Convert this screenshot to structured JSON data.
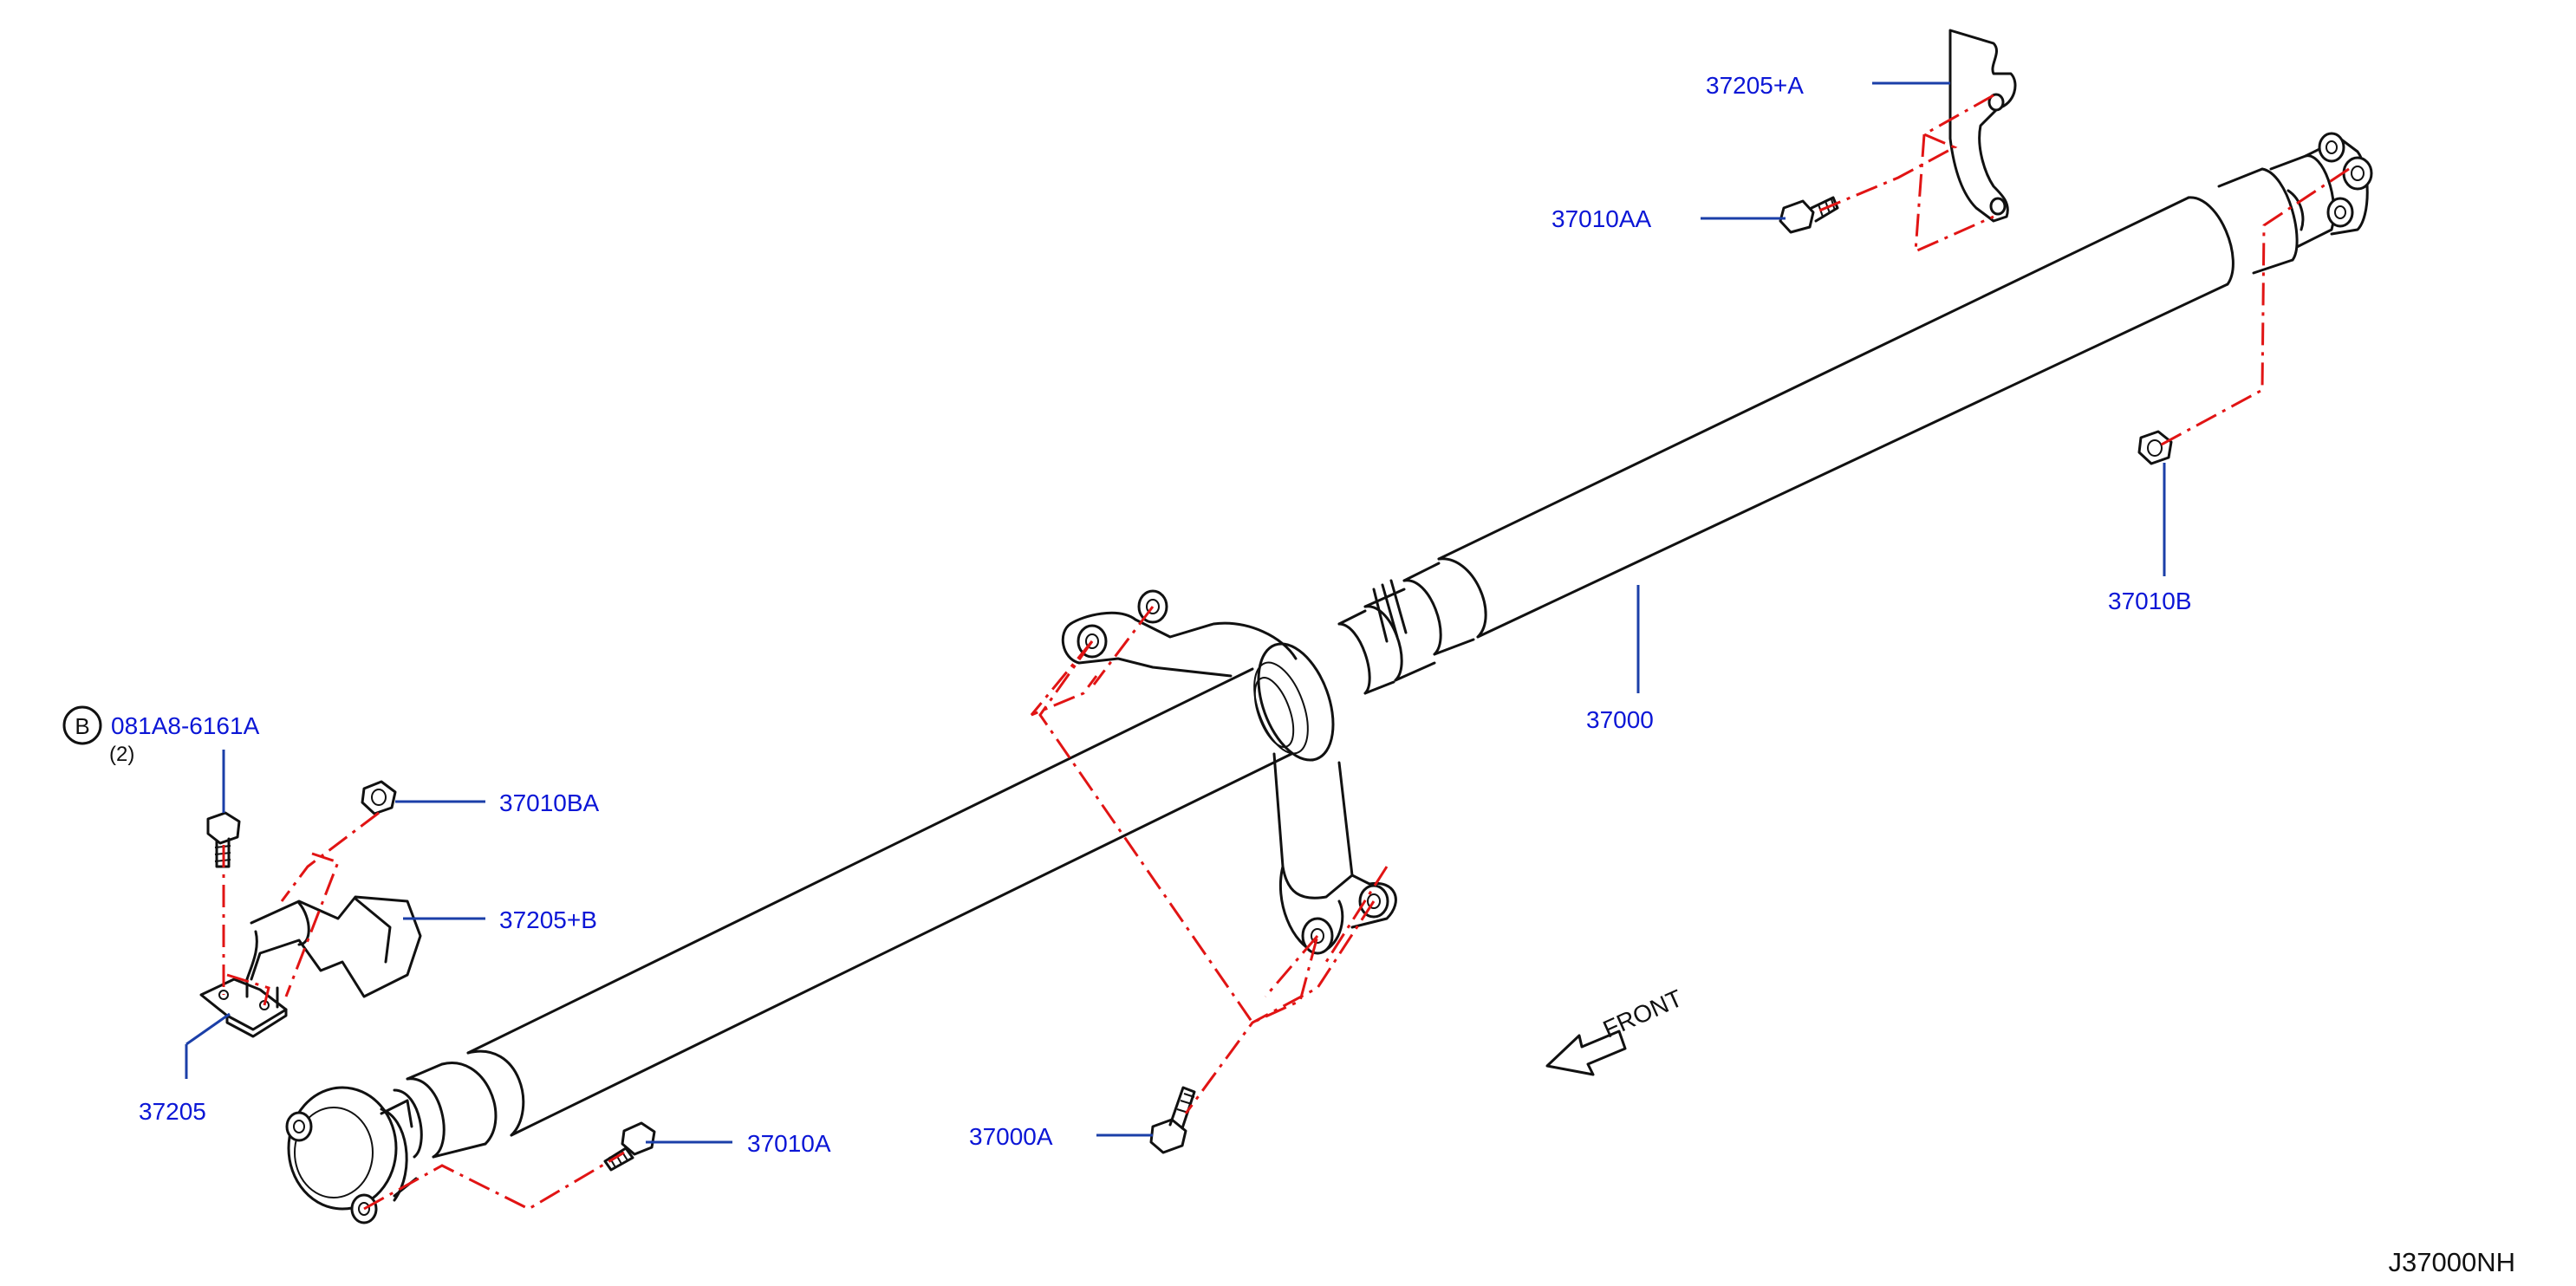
{
  "diagram": {
    "code": "J37000NH",
    "front_label": "FRONT",
    "callouts": [
      {
        "id": "081A8-6161A",
        "text": "081A8-6161A",
        "prefix": "B",
        "qty": "(2)"
      },
      {
        "id": "37010BA",
        "text": "37010BA"
      },
      {
        "id": "37205+B",
        "text": "37205+B"
      },
      {
        "id": "37205",
        "text": "37205"
      },
      {
        "id": "37010A",
        "text": "37010A"
      },
      {
        "id": "37000A",
        "text": "37000A"
      },
      {
        "id": "37000",
        "text": "37000"
      },
      {
        "id": "37010B",
        "text": "37010B"
      },
      {
        "id": "37010AA",
        "text": "37010AA"
      },
      {
        "id": "37205+A",
        "text": "37205+A"
      }
    ]
  },
  "colors": {
    "label": "#0b16d6",
    "leader": "#1b3fa8",
    "phantom": "#e11414",
    "line": "#111111"
  }
}
